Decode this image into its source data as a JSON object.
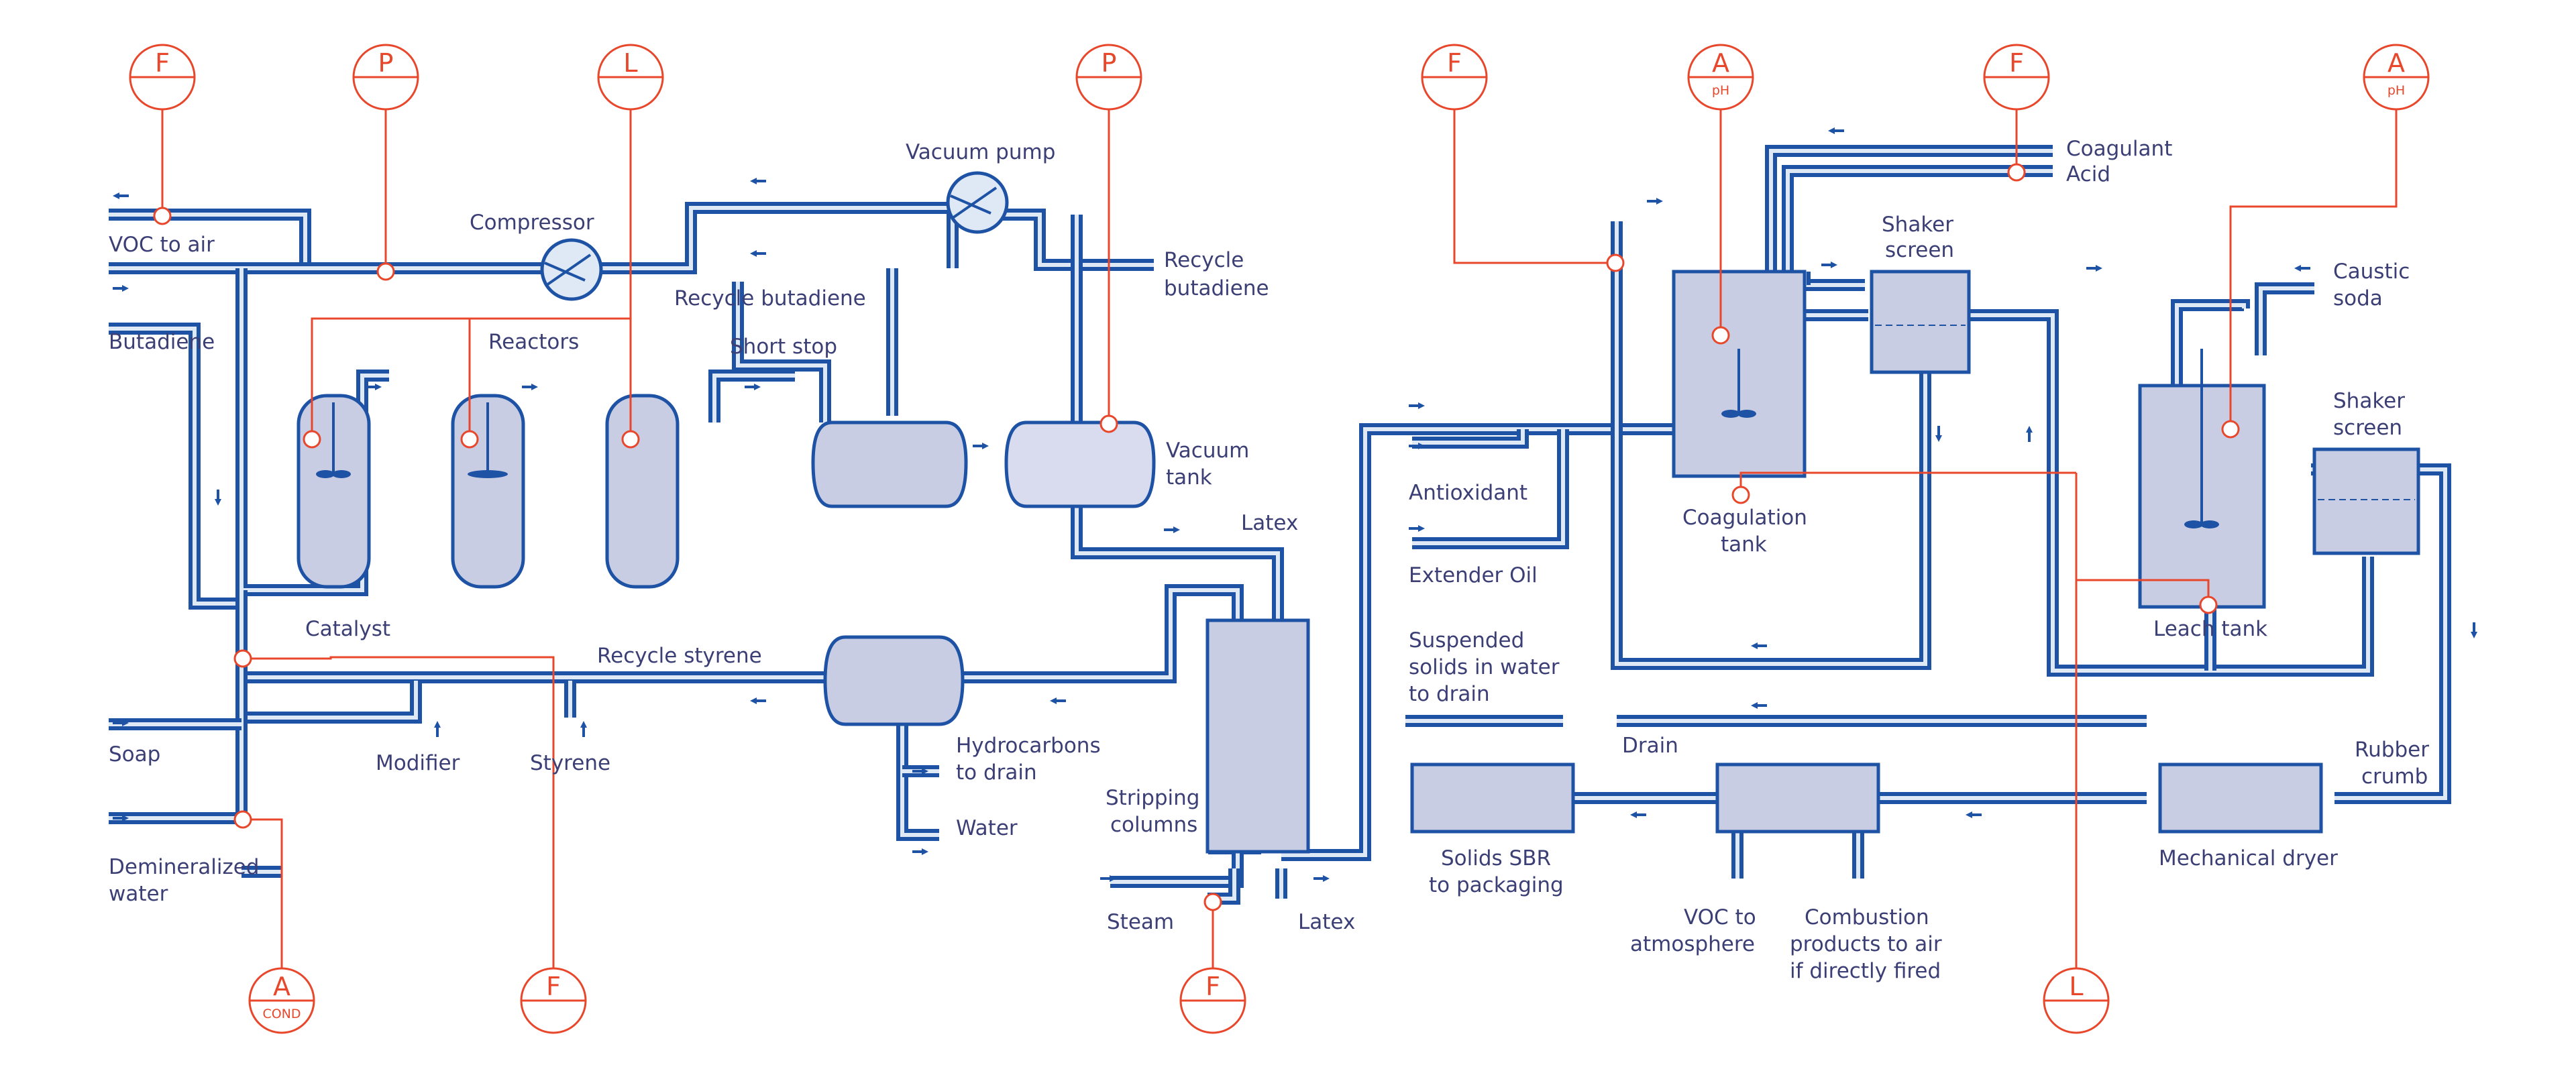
{
  "colors": {
    "pipe": "#1d52a5",
    "pipe_inner": "#dfe8f5",
    "vessel": "#c9cde4",
    "signal": "#e8472b",
    "text": "#3b3f75"
  },
  "instruments": [
    {
      "id": "inst-f-voc",
      "letter": "F",
      "sub": ""
    },
    {
      "id": "inst-p-comp",
      "letter": "P",
      "sub": ""
    },
    {
      "id": "inst-l-react",
      "letter": "L",
      "sub": ""
    },
    {
      "id": "inst-p-vac",
      "letter": "P",
      "sub": ""
    },
    {
      "id": "inst-f-coag",
      "letter": "F",
      "sub": ""
    },
    {
      "id": "inst-a-coag",
      "letter": "A",
      "sub": "pH"
    },
    {
      "id": "inst-f-acid",
      "letter": "F",
      "sub": ""
    },
    {
      "id": "inst-a-leach",
      "letter": "A",
      "sub": "pH"
    },
    {
      "id": "inst-a-cond",
      "letter": "A",
      "sub": "COND"
    },
    {
      "id": "inst-f-water",
      "letter": "F",
      "sub": ""
    },
    {
      "id": "inst-f-steam",
      "letter": "F",
      "sub": ""
    },
    {
      "id": "inst-l-leach",
      "letter": "L",
      "sub": ""
    }
  ],
  "labels": {
    "voc_to_air": "VOC to air",
    "butadiene": "Butadiene",
    "compressor": "Compressor",
    "vacuum_pump": "Vacuum pump",
    "recycle_butadiene_feed_1": "Recycle",
    "recycle_butadiene_feed_2": "butadiene",
    "recycle_butadiene": "Recycle butadiene",
    "reactors": "Reactors",
    "short_stop": "Short stop",
    "vacuum_tank_1": "Vacuum",
    "vacuum_tank_2": "tank",
    "latex_top": "Latex",
    "catalyst": "Catalyst",
    "recycle_styrene": "Recycle styrene",
    "soap": "Soap",
    "modifier": "Modifier",
    "styrene": "Styrene",
    "hydrocarbons_1": "Hydrocarbons",
    "hydrocarbons_2": "to drain",
    "water": "Water",
    "demin_1": "Demineralized",
    "demin_2": "water",
    "stripping_1": "Stripping",
    "stripping_2": "columns",
    "steam": "Steam",
    "latex_bottom": "Latex",
    "coagulant": "Coagulant",
    "acid": "Acid",
    "shaker_1a": "Shaker",
    "shaker_1b": "screen",
    "caustic_1": "Caustic",
    "caustic_2": "soda",
    "shaker_2a": "Shaker",
    "shaker_2b": "screen",
    "antioxidant": "Antioxidant",
    "extender_oil": "Extender Oil",
    "coag_tank_1": "Coagulation",
    "coag_tank_2": "tank",
    "leach_tank": "Leach tank",
    "suspended_1": "Suspended",
    "suspended_2": "solids in water",
    "suspended_3": "to drain",
    "drain": "Drain",
    "rubber_crumb_1": "Rubber",
    "rubber_crumb_2": "crumb",
    "solids_sbr_1": "Solids SBR",
    "solids_sbr_2": "to packaging",
    "voc_atm_1": "VOC to",
    "voc_atm_2": "atmosphere",
    "combustion_1": "Combustion",
    "combustion_2": "products to air",
    "combustion_3": "if directly fired",
    "mechanical_dryer": "Mechanical dryer"
  }
}
